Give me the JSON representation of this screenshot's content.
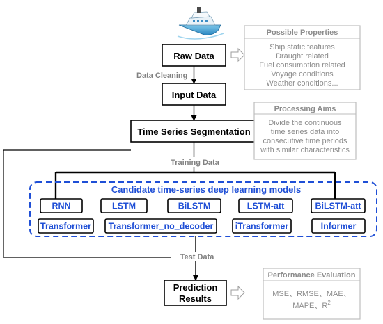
{
  "main_boxes": {
    "raw_data": "Raw Data",
    "input_data": "Input Data",
    "segmentation": "Time Series Segmentation",
    "prediction_line1": "Prediction",
    "prediction_line2": "Results"
  },
  "flow_labels": {
    "data_cleaning": "Data Cleaning",
    "training_data": "Training Data",
    "test_data": "Test Data"
  },
  "possible_properties": {
    "title": "Possible Properties",
    "items": [
      "Ship static features",
      "Draught related",
      "Fuel consumption related",
      "Voyage conditions",
      "Weather conditions..."
    ]
  },
  "processing_aims": {
    "title": "Processing Aims",
    "lines": [
      "Divide the continuous",
      "time series data into",
      "consecutive time periods",
      "with similar characteristics"
    ]
  },
  "models": {
    "title": "Candidate time-series deep learning models",
    "row1": [
      "RNN",
      "LSTM",
      "BiLSTM",
      "LSTM-att",
      "BiLSTM-att"
    ],
    "row2": [
      "Transformer",
      "Transformer_no_decoder",
      "iTransformer",
      "Informer"
    ]
  },
  "performance": {
    "title": "Performance Evaluation",
    "line1": "MSE、RMSE、MAE、",
    "line2_prefix": "MAPE、R",
    "line2_sup": "2"
  },
  "icons": {
    "ship": "cruise-ship-icon"
  },
  "colors": {
    "model_accent": "#1f4fd6",
    "grey_text": "#8c8c8c",
    "grey_border": "#bdbdbd"
  }
}
